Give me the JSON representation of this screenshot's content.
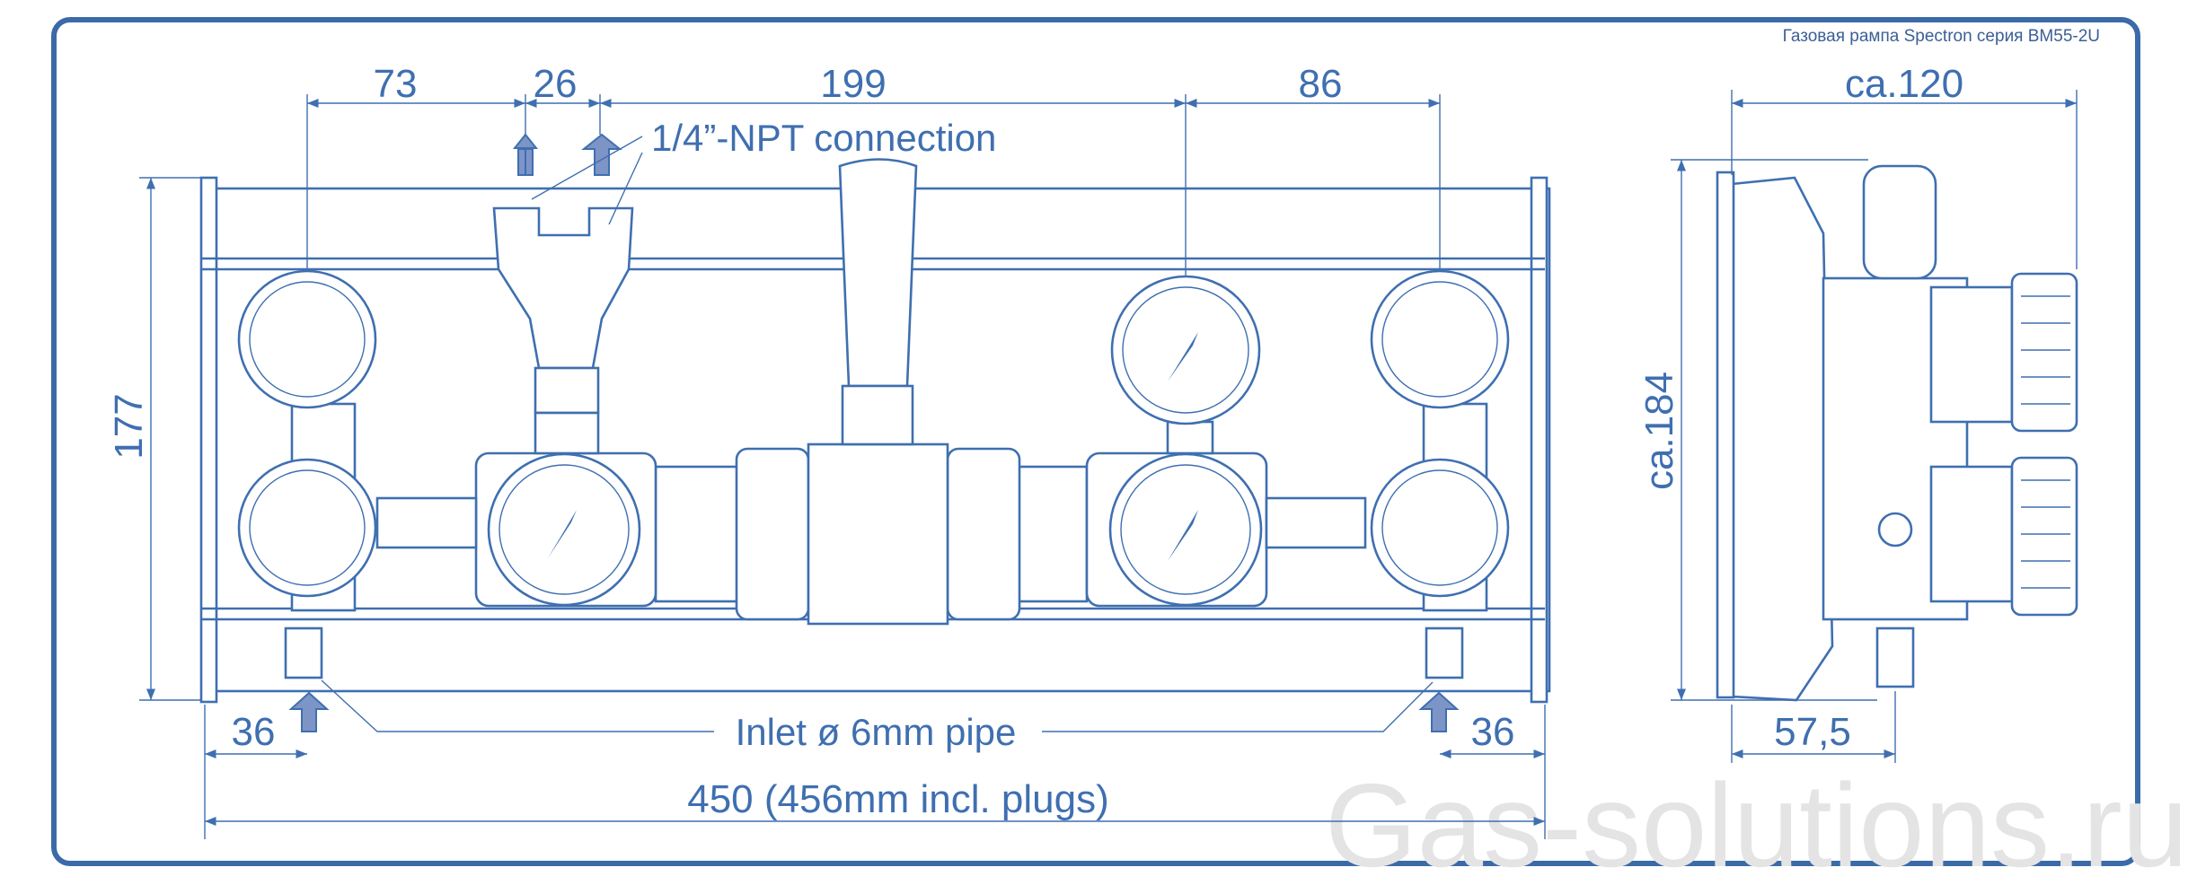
{
  "caption": "Газовая рампа Spectron серия BM55-2U",
  "watermark": "Gas-solutions.ru",
  "colors": {
    "line": "#3f6fb0",
    "frame": "#3b6aa8",
    "arrow_fill": "#7d94c6",
    "watermark": "#e4e4e4"
  },
  "dimensions": {
    "top_left": "73",
    "top_fitting": "26",
    "top_middle": "199",
    "top_right": "86",
    "height_front": "177",
    "bottom_left": "36",
    "bottom_right": "36",
    "overall_width": "450 (456mm incl. plugs)",
    "side_width": "ca.120",
    "side_height": "ca.184",
    "side_depth": "57,5"
  },
  "callouts": {
    "connection": "1/4”-NPT connection",
    "inlet": "Inlet ø 6mm pipe"
  },
  "icons": [
    "outlet-arrow-icon",
    "inlet-arrow-icon",
    "pressure-gauge-icon",
    "regulator-knob-icon"
  ]
}
